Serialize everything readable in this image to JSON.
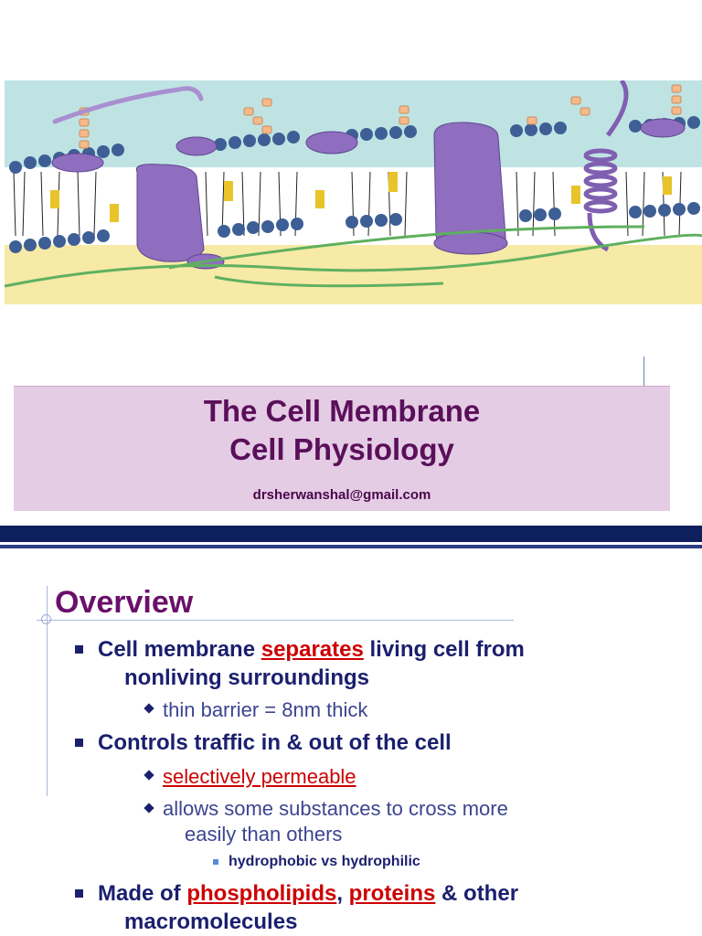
{
  "slide1": {
    "title_line1": "The Cell Membrane",
    "title_line2": "Cell Physiology",
    "email": "drsherwanshal@gmail.com",
    "colors": {
      "title": "#5a0f5a",
      "title_box": "#e4cce4",
      "band": "#0d1f5c"
    }
  },
  "slide2": {
    "heading": "Overview",
    "b1": {
      "pre": "Cell membrane ",
      "em": "separates",
      "post": " living cell from",
      "line2": "nonliving surroundings"
    },
    "b1a": "thin barrier = 8nm thick",
    "b2": "Controls traffic in & out of the cell",
    "b2a": "selectively permeable",
    "b2b": {
      "line1": "allows some substances to cross more",
      "line2": "easily than others"
    },
    "b2c": "hydrophobic vs hydrophilic",
    "b3": {
      "pre": "Made of ",
      "em1": "phospholipids",
      "sep": ", ",
      "em2": "proteins",
      "post": " & other",
      "line2": "macromolecules"
    },
    "colors": {
      "heading": "#6a106a",
      "text": "#1a1f6e",
      "emphasis": "#cc0000"
    }
  }
}
